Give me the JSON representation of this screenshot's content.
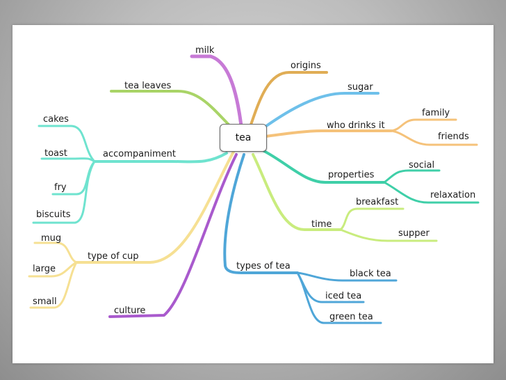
{
  "central_topic": "tea",
  "colors": {
    "milk": "#c77ad6",
    "origins": "#e0ad55",
    "sugar": "#6ec0ea",
    "who_drinks_it": "#f5c27a",
    "properties": "#3fcfa8",
    "time": "#c9ec7e",
    "types_of_tea": "#4fa6d8",
    "culture": "#a95acd",
    "type_of_cup": "#f6e093",
    "accompaniment": "#6fe3cf",
    "tea_leaves": "#a9d467"
  },
  "branches": {
    "milk": "milk",
    "origins": "origins",
    "sugar": "sugar",
    "who_drinks_it": "who drinks it",
    "family": "family",
    "friends": "friends",
    "properties": "properties",
    "social": "social",
    "relaxation": "relaxation",
    "time": "time",
    "breakfast": "breakfast",
    "supper": "supper",
    "types_of_tea": "types of tea",
    "black_tea": "black tea",
    "iced_tea": "iced tea",
    "green_tea": "green tea",
    "culture": "culture",
    "type_of_cup": "type of cup",
    "mug": "mug",
    "large": "large",
    "small": "small",
    "accompaniment": "accompaniment",
    "cakes": "cakes",
    "toast": "toast",
    "fry": "fry",
    "biscuits": "biscuits",
    "tea_leaves": "tea leaves"
  }
}
